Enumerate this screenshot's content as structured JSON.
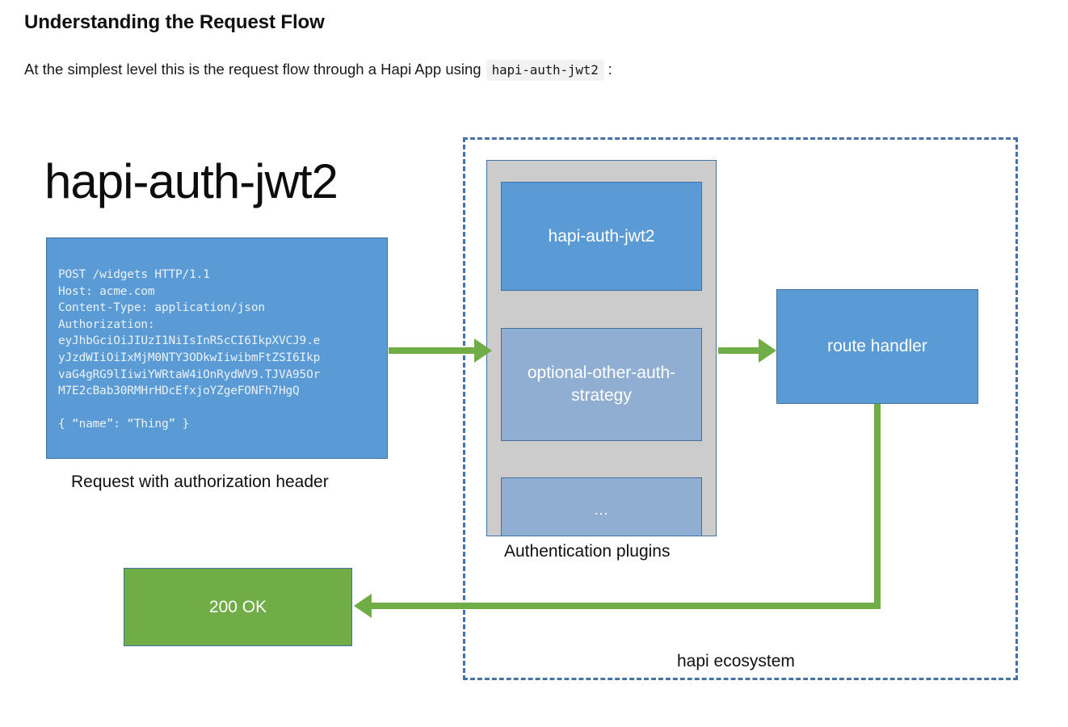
{
  "doc": {
    "title": "Understanding the Request Flow",
    "intro_prefix": "At the simplest level this is the request flow through a Hapi App using",
    "intro_code": "hapi-auth-jwt2",
    "intro_suffix": ":"
  },
  "diagram": {
    "brandmark": "hapi-auth-jwt2",
    "ecosystem_label": "hapi ecosystem",
    "request": {
      "caption": "Request with authorization header",
      "code": "POST /widgets HTTP/1.1\nHost: acme.com\nContent-Type: application/json\nAuthorization:\neyJhbGciOiJIUzI1NiIsInR5cCI6IkpXVCJ9.e\nyJzdWIiOiIxMjM0NTY3ODkwIiwibmFtZSI6Ikp\nvaG4gRG9lIiwiYWRtaW4iOnRydWV9.TJVA95Or\nM7E2cBab30RMHrHDcEfxjoYZgeFONFh7HgQ\n\n{ “name”: “Thing” }"
    },
    "plugins": {
      "caption": "Authentication plugins",
      "cards": [
        {
          "label": "hapi-auth-jwt2",
          "variant": "primary"
        },
        {
          "label": "optional-other-auth-strategy",
          "variant": "secondary"
        },
        {
          "label": "...",
          "variant": "tertiary"
        }
      ]
    },
    "route_handler": {
      "label": "route handler"
    },
    "response": {
      "label": "200 OK"
    }
  },
  "colors": {
    "blue_primary": "#5b9bd5",
    "blue_light": "#8faed2",
    "blue_border": "#41719c",
    "green": "#70ad47",
    "gray_container": "#cccccc",
    "dashed_border": "#4573a7"
  }
}
